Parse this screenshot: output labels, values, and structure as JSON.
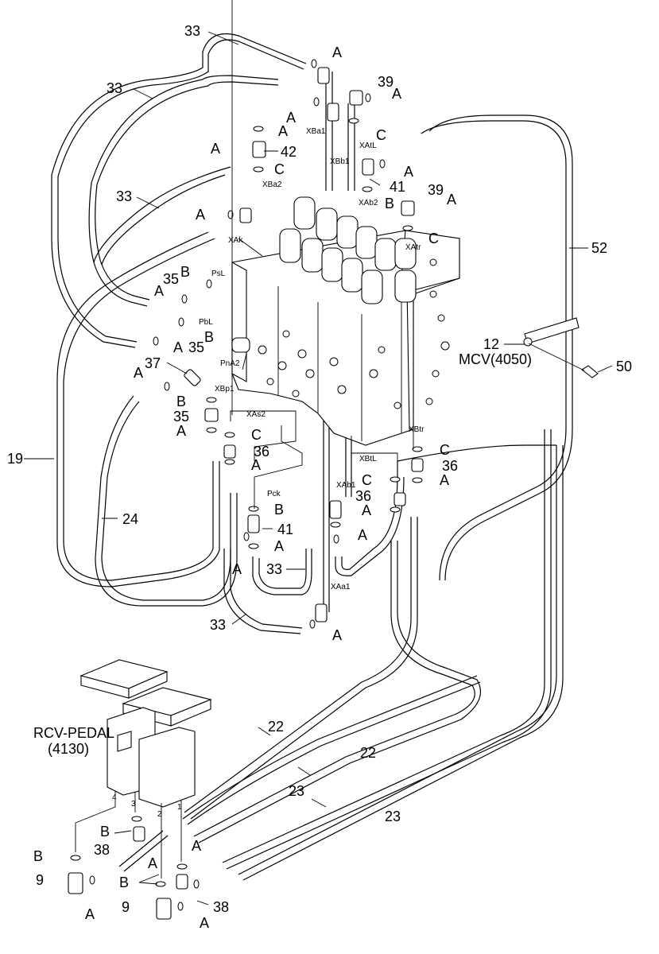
{
  "components": {
    "mcv": "MCV(4050)",
    "rcv_pedal_line1": "RCV-PEDAL",
    "rcv_pedal_line2": "(4130)"
  },
  "callouts": {
    "n9": "9",
    "n12": "12",
    "n19": "19",
    "n22": "22",
    "n23": "23",
    "n24": "24",
    "n33": "33",
    "n35": "35",
    "n36": "36",
    "n37": "37",
    "n38": "38",
    "n39": "39",
    "n41": "41",
    "n42": "42",
    "n50": "50",
    "n52": "52",
    "A": "A",
    "B": "B",
    "C": "C"
  },
  "ports": {
    "XBa1": "XBa1",
    "XBb1": "XBb1",
    "XAtL": "XAtL",
    "XBa2": "XBa2",
    "XAb2": "XAb2",
    "XAtr": "XAtr",
    "XAk": "XAk",
    "PsL": "PsL",
    "PbL": "PbL",
    "PnA2": "PnA2",
    "XBp1": "XBp1",
    "XAs2": "XAs2",
    "XBtr": "XBtr",
    "XBtL": "XBtL",
    "XAb1": "XAb1",
    "Pck": "Pck",
    "XAa1": "XAa1"
  },
  "pedal_ports": {
    "p1": "1",
    "p2": "2",
    "p3": "3",
    "p4": "4"
  }
}
